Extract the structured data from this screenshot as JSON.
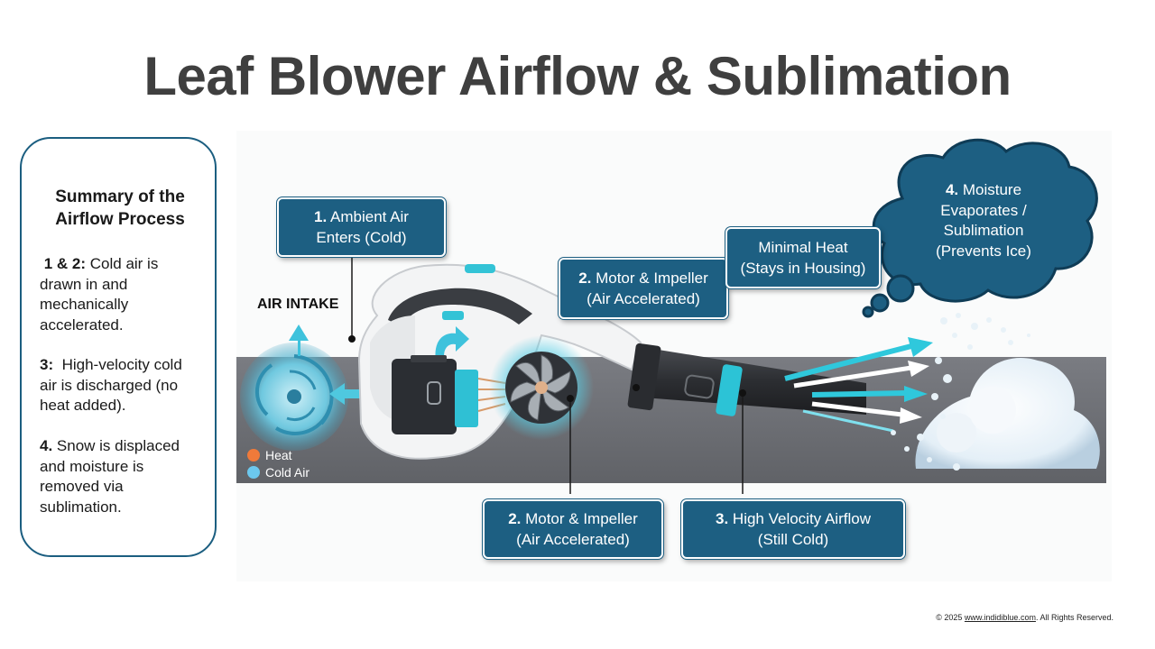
{
  "title": "Leaf Blower Airflow & Sublimation",
  "summary": {
    "title_line1": "Summary of the",
    "title_line2": "Airflow Process",
    "items": [
      {
        "num": "1 & 2:",
        "text": " Cold air is drawn in and mechanically accelerated."
      },
      {
        "num": "3:",
        "text": "  High-velocity cold air is discharged (no heat added)."
      },
      {
        "num": "4.",
        "text": " Snow is displaced and moisture is removed via sublimation."
      }
    ]
  },
  "labels": {
    "ambient": {
      "num": "1.",
      "line1": " Ambient Air",
      "line2": "Enters (Cold)"
    },
    "motor_top": {
      "num": "2.",
      "line1": " Motor & Impeller",
      "line2": "(Air Accelerated)"
    },
    "minimal_heat": {
      "line1": "Minimal Heat",
      "line2": "(Stays in Housing)"
    },
    "moisture": {
      "num": "4.",
      "line1": " Moisture",
      "line2": "Evaporates /",
      "line3": "Sublimation",
      "line4": "(Prevents Ice)"
    },
    "motor_bottom": {
      "num": "2.",
      "line1": " Motor & Impeller",
      "line2": "(Air Accelerated)"
    },
    "high_velocity": {
      "num": "3.",
      "line1": " High Velocity Airflow",
      "line2": "(Still Cold)"
    },
    "air_intake": "AIR INTAKE"
  },
  "legend": [
    {
      "label": "Heat",
      "color": "#f07a3a"
    },
    {
      "label": "Cold Air",
      "color": "#6cc8ee"
    }
  ],
  "colors": {
    "accent": "#1d5f82",
    "cyan": "#22c4d4",
    "band": "#6e7076"
  },
  "footer": {
    "prefix": "© 2025 ",
    "link": "www.indidiblue.com",
    "suffix": ". All Rights Reserved."
  }
}
